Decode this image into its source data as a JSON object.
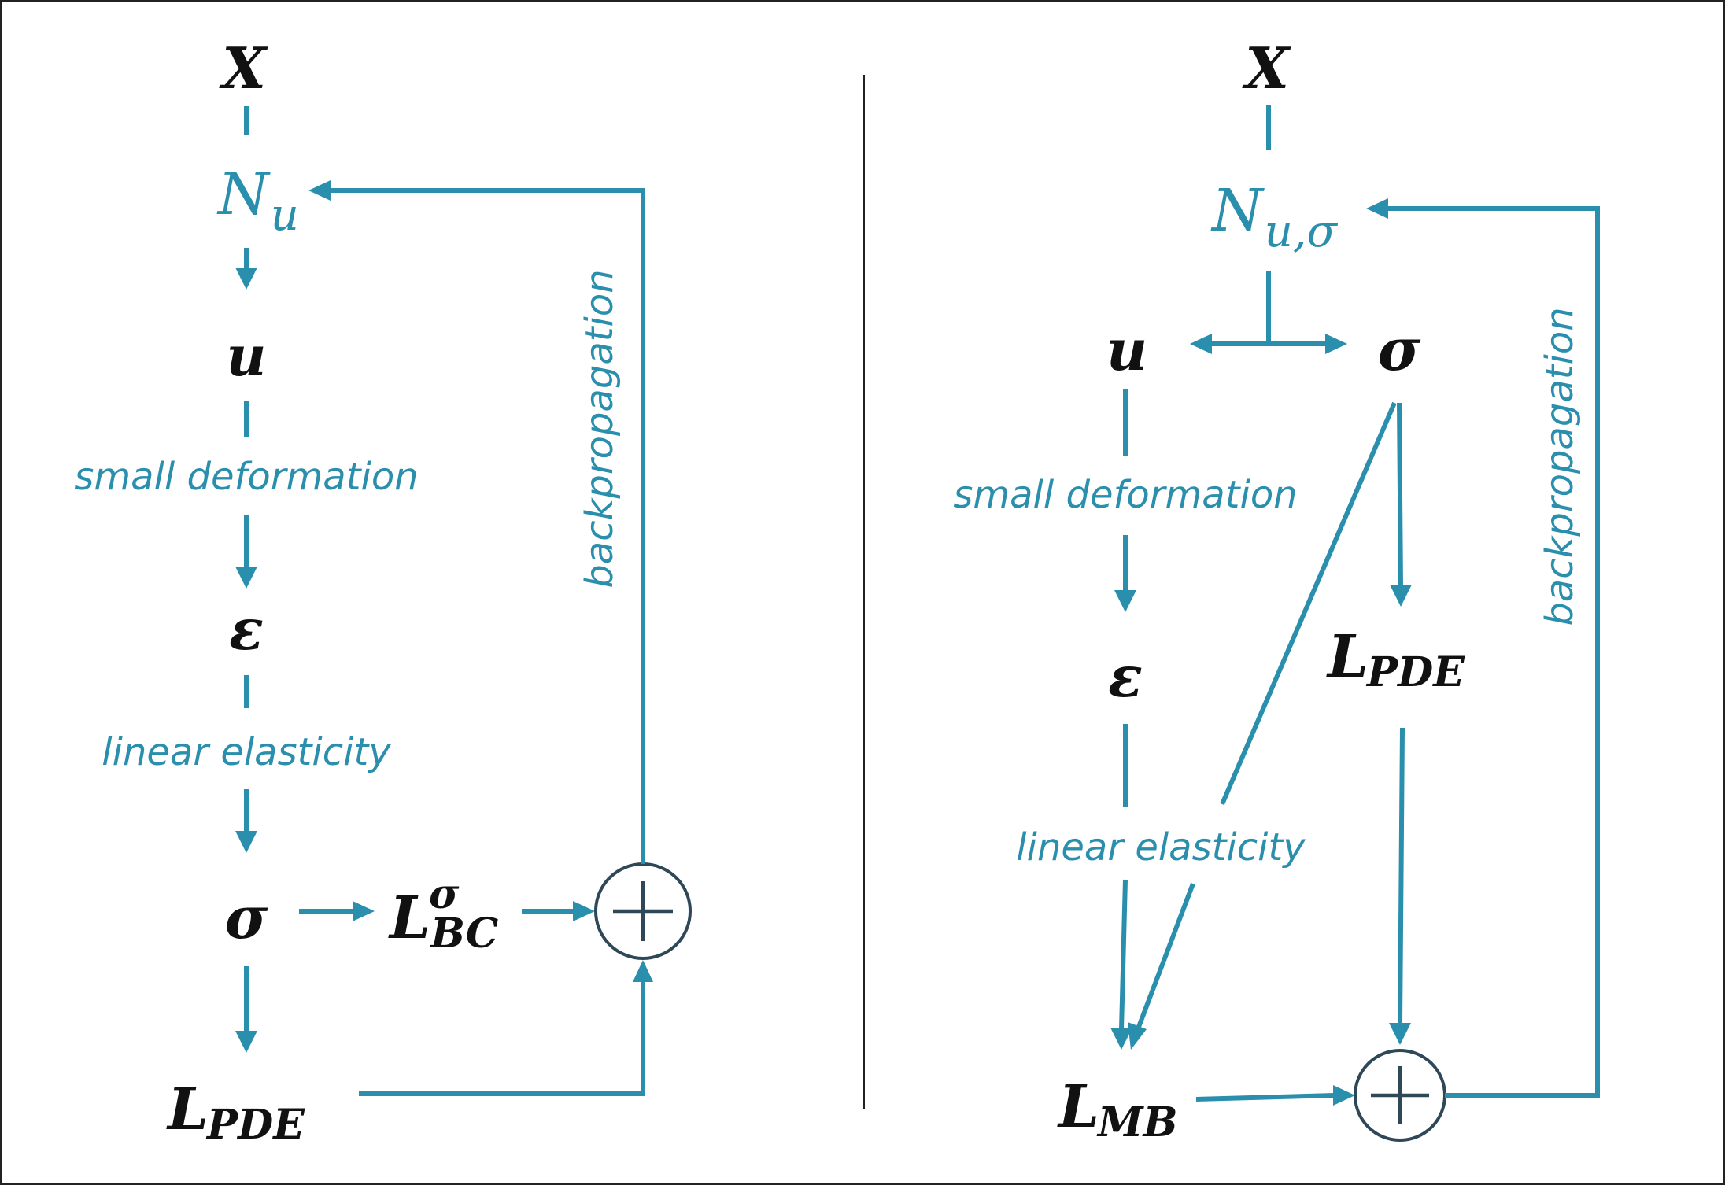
{
  "colors": {
    "accent": "#2a8ead",
    "text": "#111111",
    "sum_node": "#2f4858"
  },
  "left": {
    "x": "X",
    "net_n": "N",
    "net_sub": "u",
    "u": "u",
    "small_deformation": "small deformation",
    "epsilon": "ε",
    "linear_elasticity": "linear elasticity",
    "sigma": "σ",
    "lbc_l": "L",
    "lbc_sup": "σ",
    "lbc_sub": "BC",
    "lpde_l": "L",
    "lpde_sub": "PDE",
    "backprop": "backpropagation"
  },
  "right": {
    "x": "X",
    "net_n": "N",
    "net_sub": "u,σ",
    "u": "u",
    "sigma": "σ",
    "small_deformation": "small deformation",
    "epsilon": "ε",
    "linear_elasticity": "linear elasticity",
    "lpde_l": "L",
    "lpde_sub": "PDE",
    "lmb_l": "L",
    "lmb_sub": "MB",
    "backprop": "backpropagation"
  }
}
